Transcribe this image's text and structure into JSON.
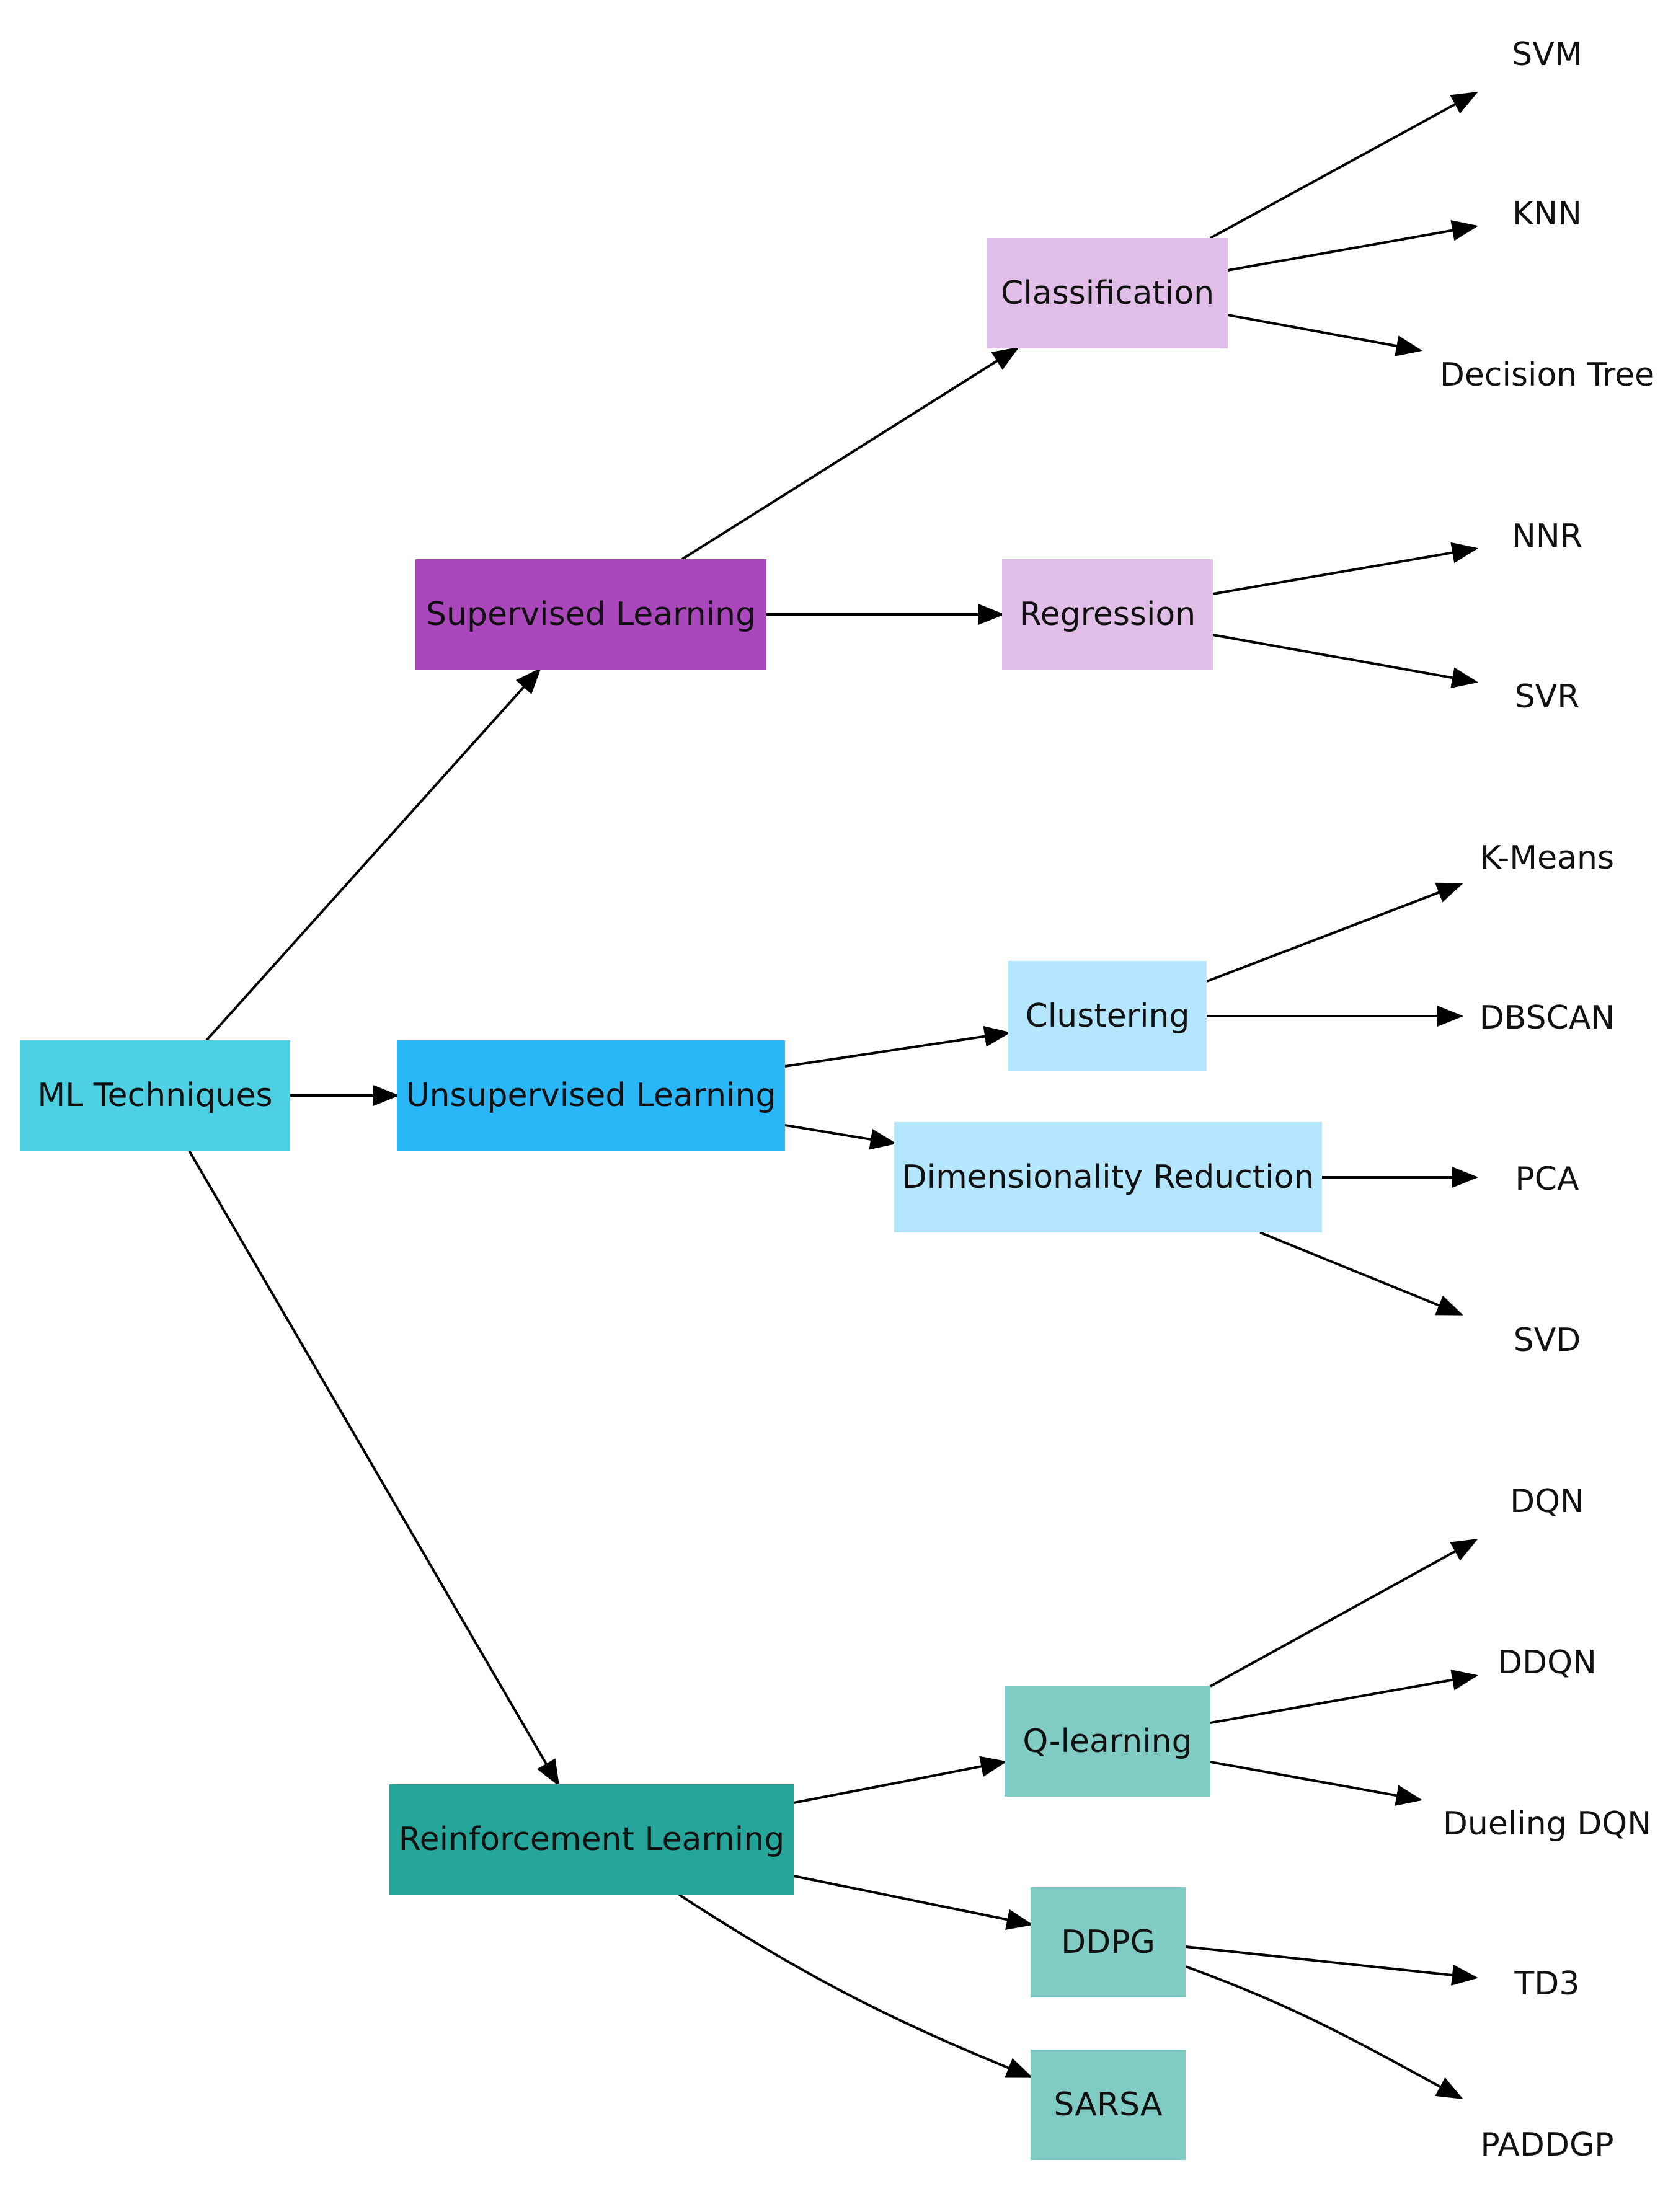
{
  "colors": {
    "root": "#4dd0e1",
    "supervised": "#ab47bc",
    "supervised_child": "#e1bee7",
    "unsupervised": "#29b6f6",
    "unsupervised_child": "#b3e5fc",
    "reinforcement": "#26a69a",
    "reinforcement_child": "#80cbc4",
    "edge": "#000000"
  },
  "nodes": {
    "root": "ML Techniques",
    "supervised": "Supervised Learning",
    "unsupervised": "Unsupervised Learning",
    "reinforcement": "Reinforcement Learning",
    "classification": "Classification",
    "regression": "Regression",
    "clustering": "Clustering",
    "dim_reduction": "Dimensionality Reduction",
    "q_learning": "Q-learning",
    "ddpg": "DDPG",
    "sarsa": "SARSA"
  },
  "leaves": {
    "svm": "SVM",
    "knn": "KNN",
    "decision_tree": "Decision Tree",
    "nnr": "NNR",
    "svr": "SVR",
    "kmeans": "K-Means",
    "dbscan": "DBSCAN",
    "pca": "PCA",
    "svd": "SVD",
    "dqn": "DQN",
    "ddqn": "DDQN",
    "dueling_dqn": "Dueling DQN",
    "td3": "TD3",
    "paddgp": "PADDGP"
  }
}
